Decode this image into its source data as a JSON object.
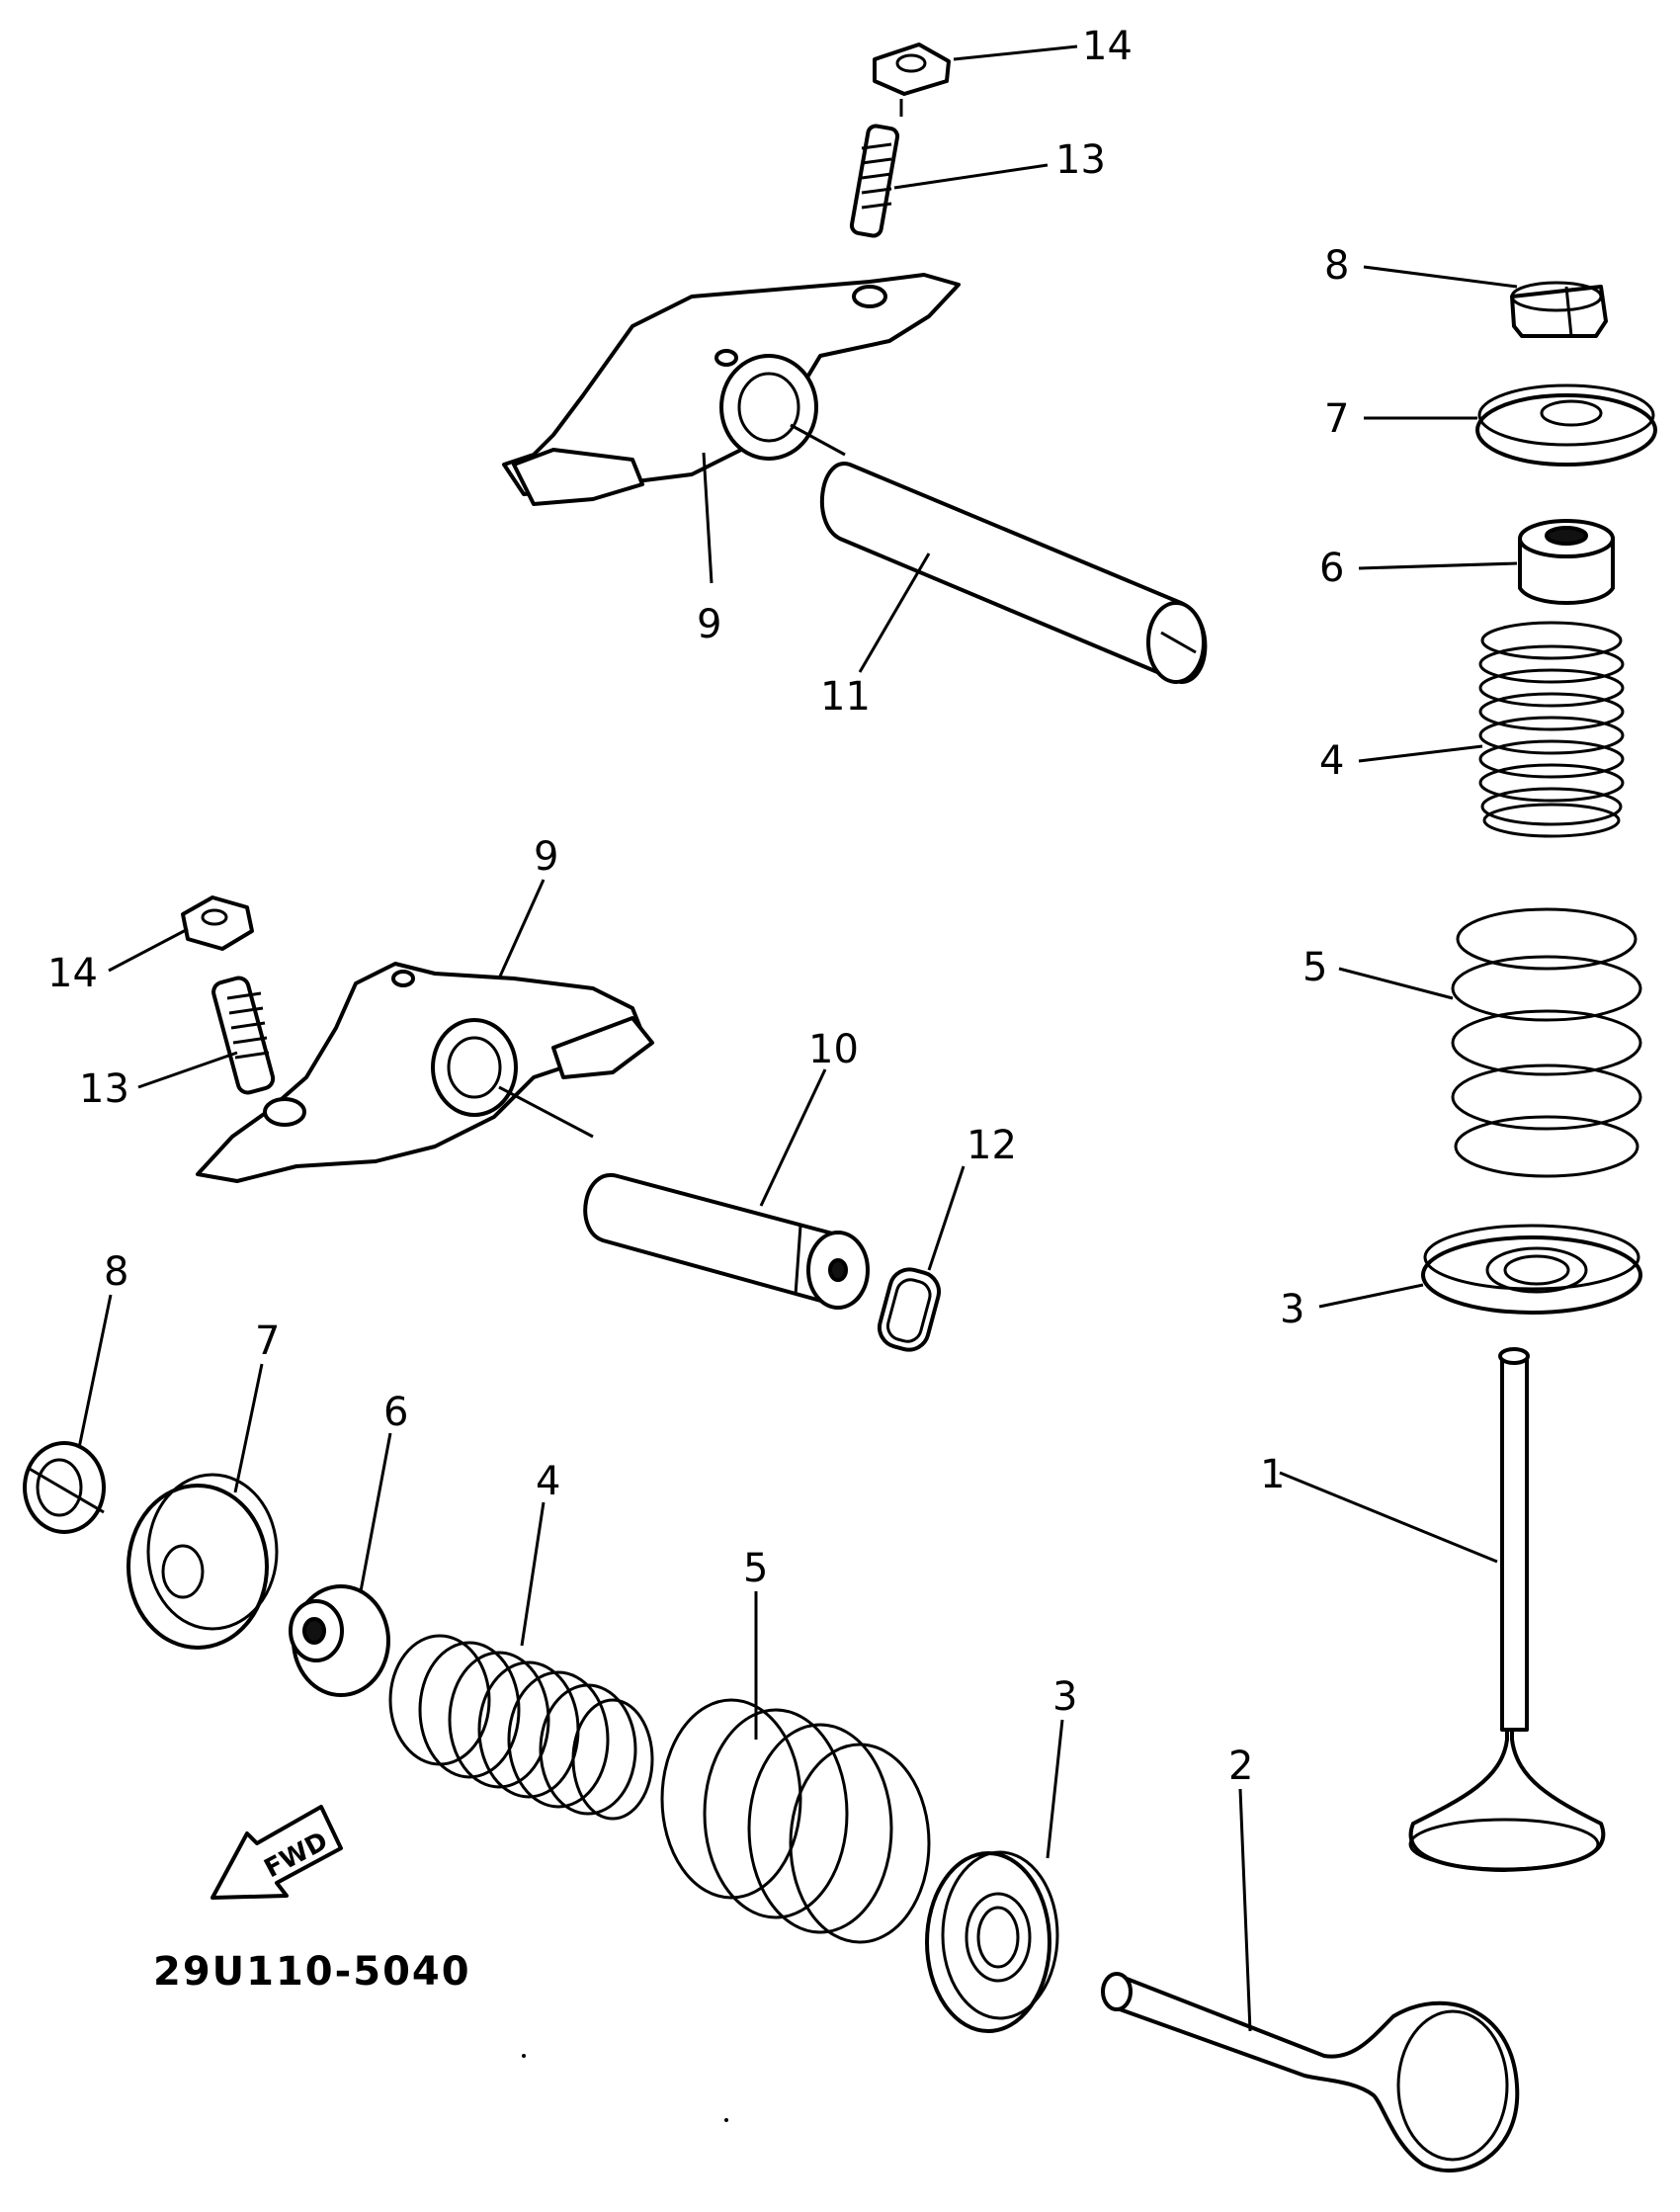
{
  "diagram": {
    "labels": {
      "l14_top": "14",
      "l13_top": "13",
      "l9_top": "9",
      "l11": "11",
      "l8_right": "8",
      "l7_right": "7",
      "l6_right": "6",
      "l4_right": "4",
      "l5_right": "5",
      "l3_right": "3",
      "l1": "1",
      "l9_mid": "9",
      "l14_mid": "14",
      "l13_mid": "13",
      "l10": "10",
      "l12": "12",
      "l8_left": "8",
      "l7_left": "7",
      "l6_left": "6",
      "l4_left": "4",
      "l5_left": "5",
      "l3_bottom": "3",
      "l2": "2"
    },
    "fwd_text": "FWD",
    "part_code": "29U110-5040"
  }
}
